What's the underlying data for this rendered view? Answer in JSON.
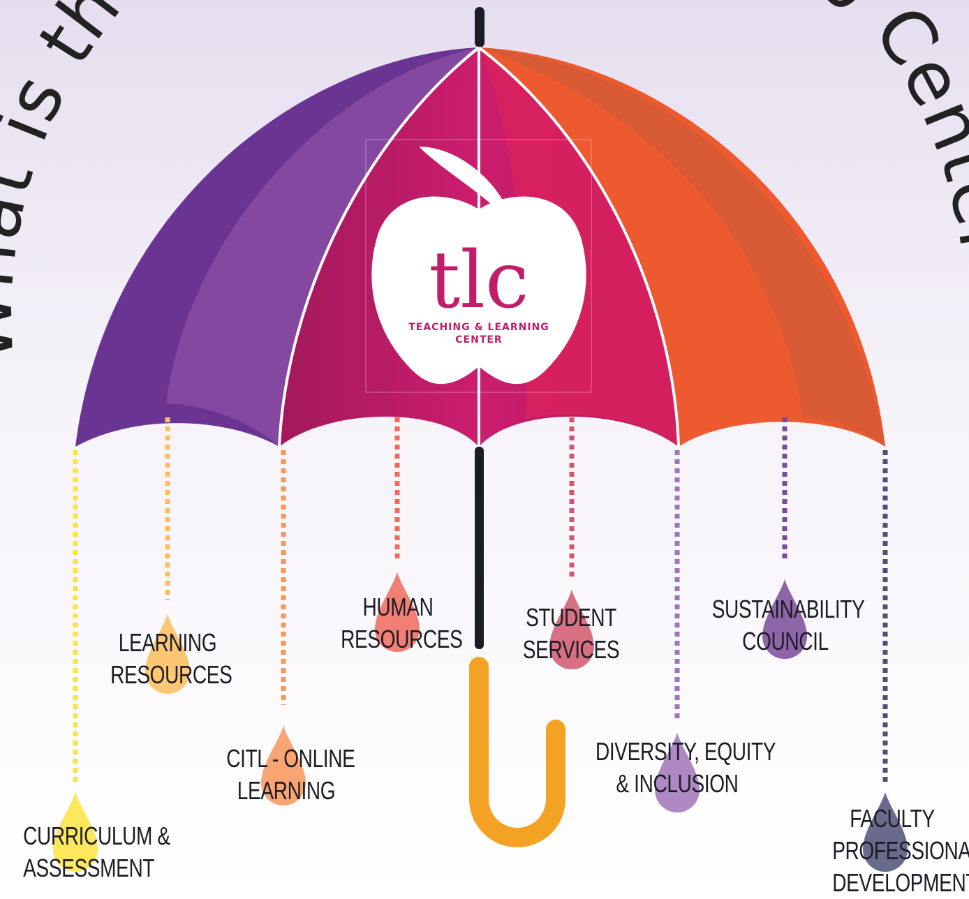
{
  "title": {
    "text": "What is the Teaching & Learning Center?",
    "visible_start": "What is the",
    "visible_end": "ning Center?"
  },
  "logo": {
    "mark": "tlc",
    "line1": "TEACHING & LEARNING",
    "line2": "CENTER"
  },
  "colors": {
    "purple": "#6a3592",
    "magenta": "#c11d68",
    "orange": "#ee5a2f",
    "handle": "#f4a224",
    "shaft": "#1c1c24"
  },
  "branches": [
    {
      "key": "curriculum",
      "line1": "CURRICULUM &",
      "line2": "ASSESSMENT",
      "color": "#fde33f",
      "icon": "raindrop-icon"
    },
    {
      "key": "learning-resources",
      "line1": "LEARNING",
      "line2": "RESOURCES",
      "color": "#fbbe5a",
      "icon": "raindrop-icon"
    },
    {
      "key": "citl",
      "line1": "CITL - ONLINE",
      "line2": "LEARNING",
      "color": "#f8955a",
      "icon": "raindrop-icon"
    },
    {
      "key": "human-resources",
      "line1": "HUMAN",
      "line2": "RESOURCES",
      "color": "#ef6a5c",
      "icon": "raindrop-icon"
    },
    {
      "key": "student-services",
      "line1": "STUDENT",
      "line2": "SERVICES",
      "color": "#d0586d",
      "icon": "raindrop-icon"
    },
    {
      "key": "dei",
      "line1": "DIVERSITY, EQUITY",
      "line2": "& INCLUSION",
      "color": "#a074b9",
      "icon": "raindrop-icon"
    },
    {
      "key": "sustainability",
      "line1": "SUSTAINABILITY",
      "line2": "COUNCIL",
      "color": "#7a4b9a",
      "icon": "raindrop-icon"
    },
    {
      "key": "faculty-pd",
      "line1": "FACULTY",
      "line2": "PROFESSIONAL",
      "line3": "DEVELOPMENT",
      "color": "#4d5177",
      "icon": "raindrop-icon"
    }
  ]
}
